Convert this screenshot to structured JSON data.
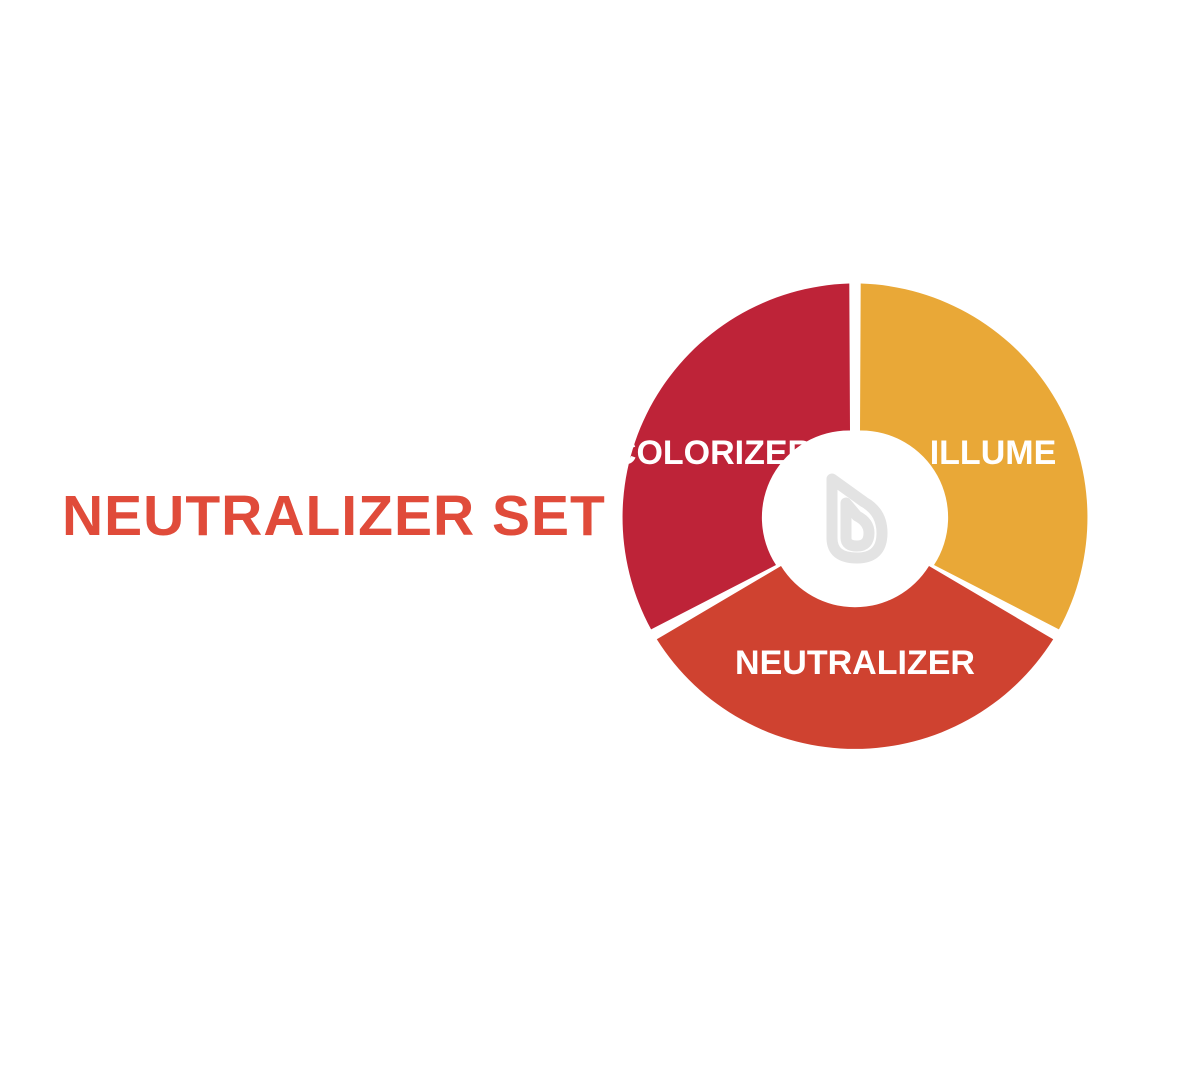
{
  "title": "NEUTRALIZER SET",
  "colors": {
    "title": "#e04b3a",
    "colorizer": "#be2338",
    "illume": "#e9a837",
    "neutralizer": "#cf4230",
    "center": "#ffffff",
    "logo_stroke": "#e3e3e3"
  },
  "segments": [
    {
      "label": "COLORIZER",
      "color_key": "colorizer"
    },
    {
      "label": "ILLUME",
      "color_key": "illume"
    },
    {
      "label": "NEUTRALIZER",
      "color_key": "neutralizer"
    }
  ],
  "center_icon": "drop-logo-icon"
}
